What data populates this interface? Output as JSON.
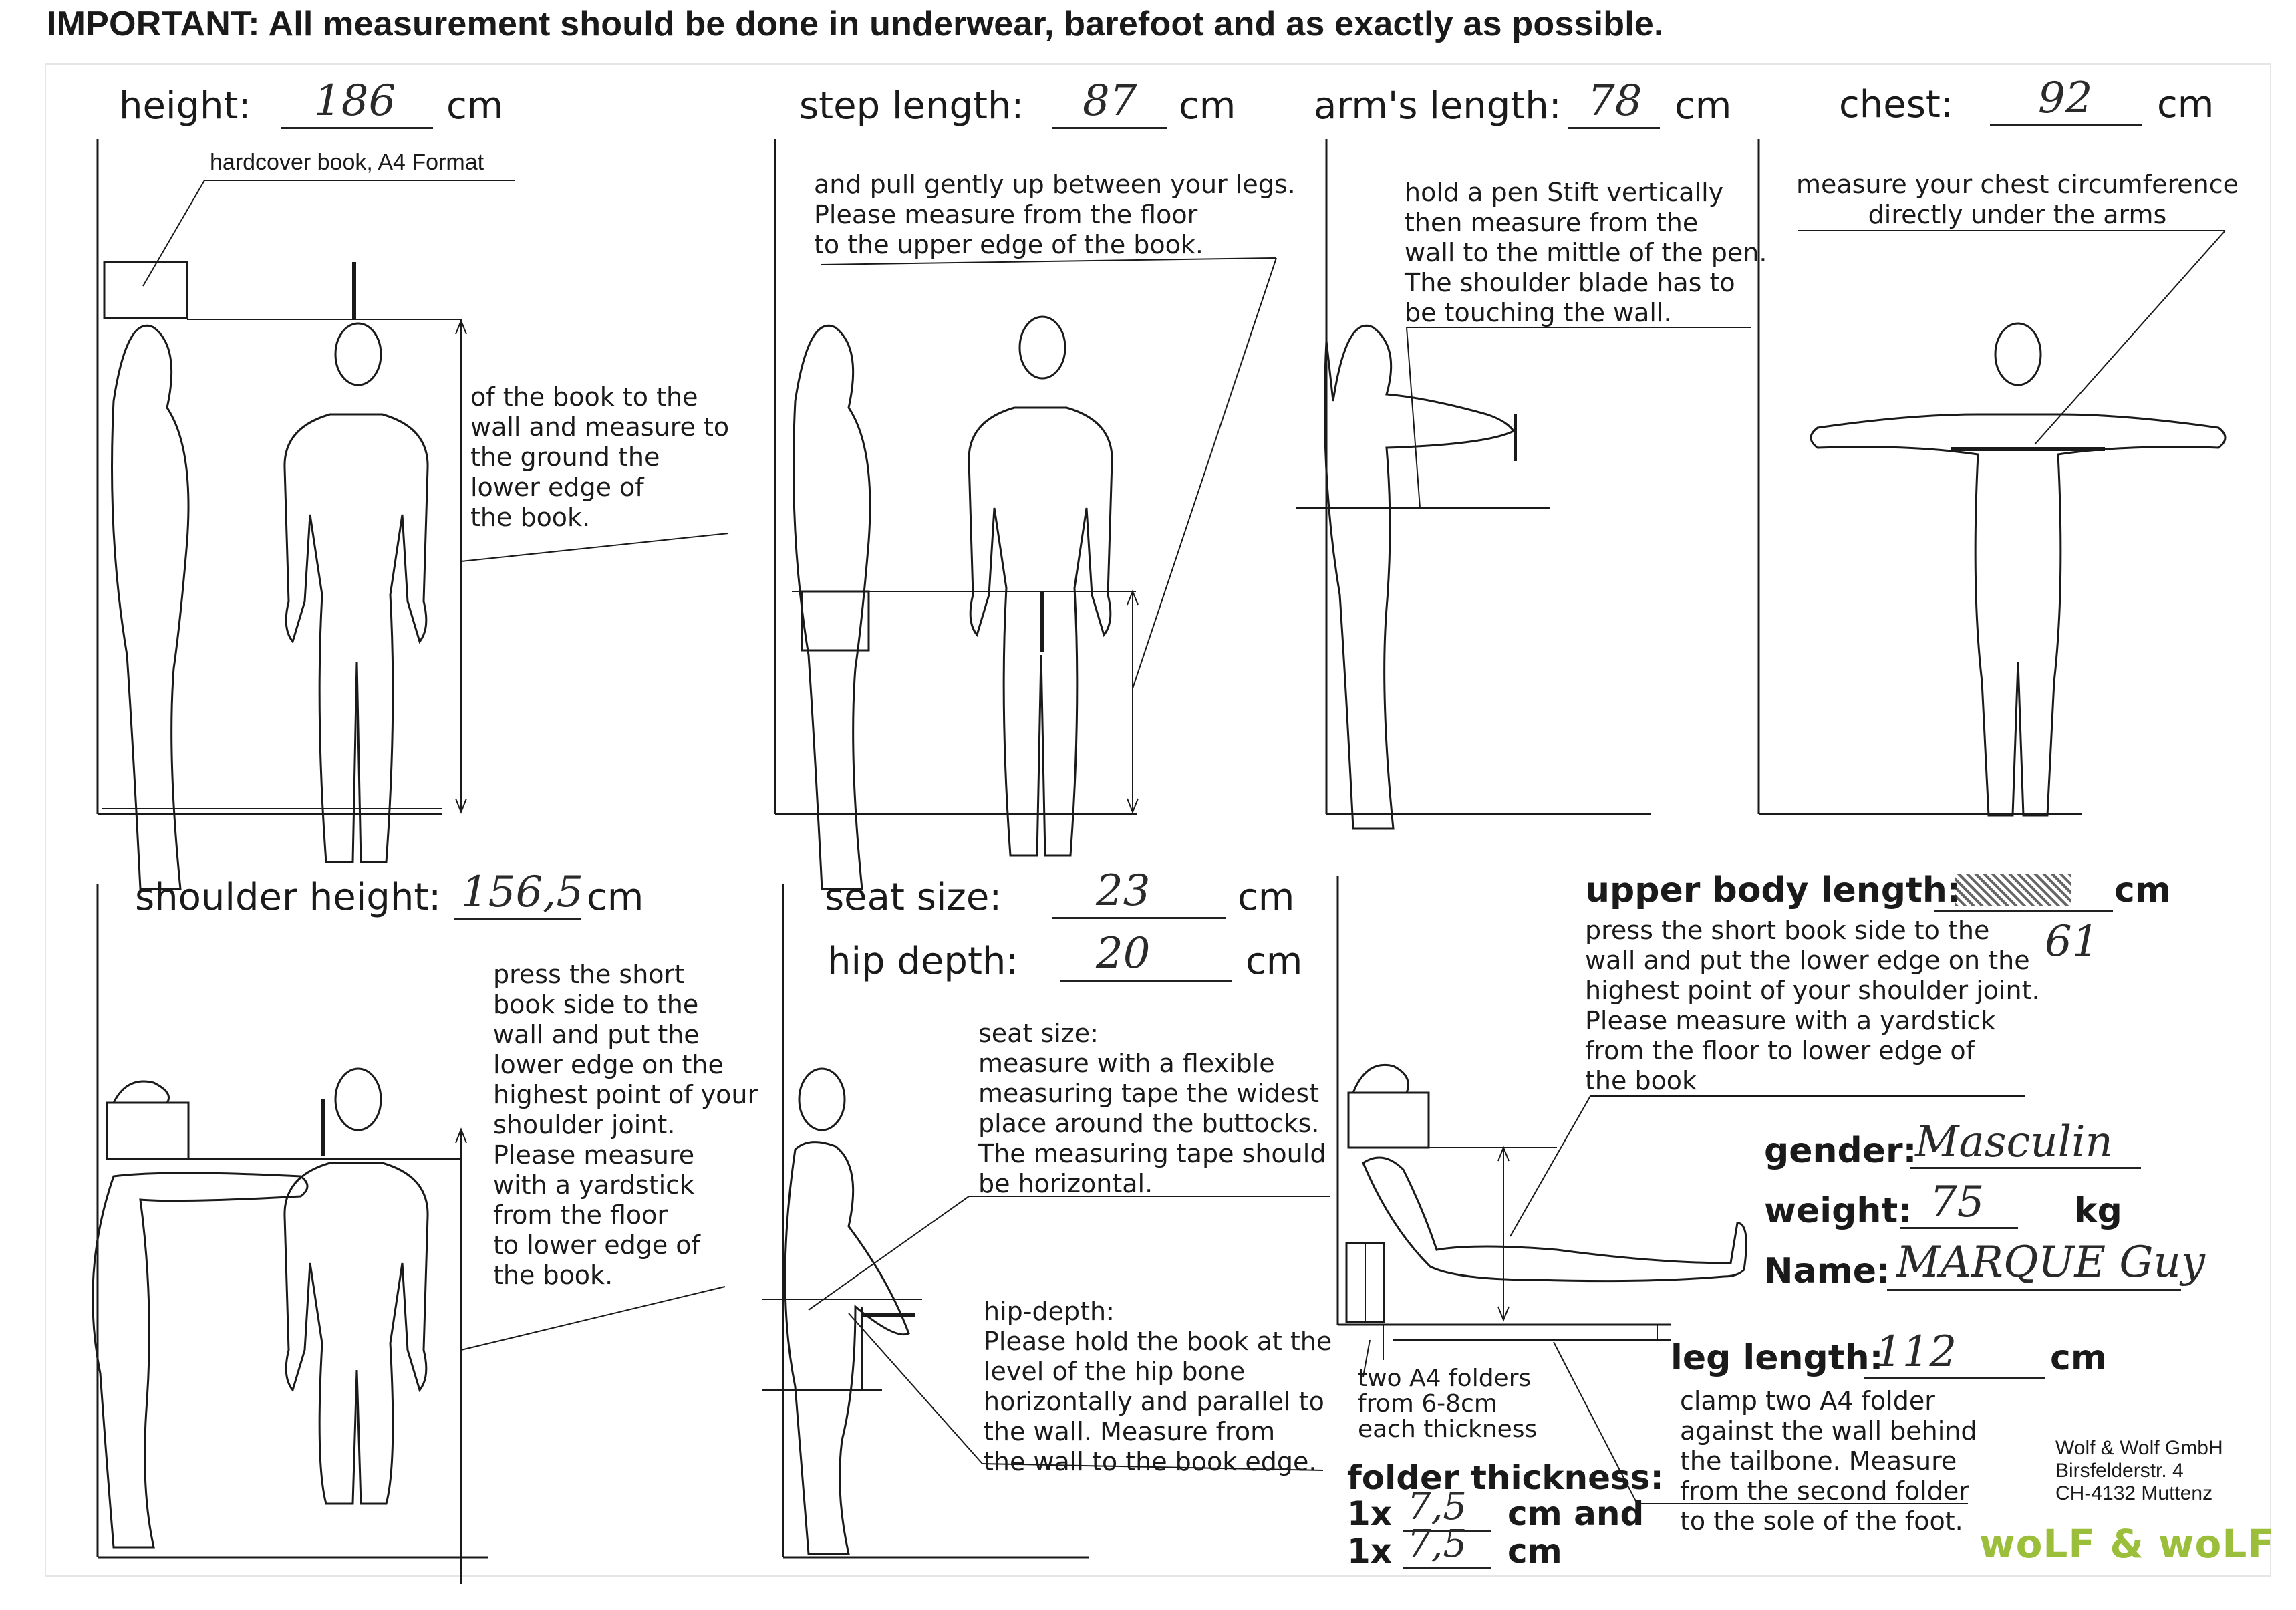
{
  "header": {
    "notice": "IMPORTANT: All measurement should be done in underwear, barefoot and as exactly as possible."
  },
  "panels": {
    "height": {
      "label": "height:",
      "value": "186",
      "unit": "cm",
      "book_note": "hardcover book, A4 Format",
      "instruction": "of the book to the\nwall and measure to\nthe ground the\nlower edge of\nthe book."
    },
    "step_length": {
      "label": "step length:",
      "value": "87",
      "unit": "cm",
      "instruction": "and pull gently up between your legs.\nPlease measure from the floor\nto the upper edge of the book."
    },
    "arms_length": {
      "label": "arm's length:",
      "value": "78",
      "unit": "cm",
      "instruction": "hold a pen Stift vertically\nthen measure from the\nwall to the mittle of the pen.\nThe shoulder blade has to\nbe touching the wall."
    },
    "chest": {
      "label": "chest:",
      "value": "92",
      "unit": "cm",
      "instruction": "measure your chest circumference\ndirectly under the arms"
    },
    "shoulder_height": {
      "label": "shoulder height:",
      "value": "156,5",
      "unit": "cm",
      "instruction": "press the short\nbook side to the\nwall and put the\nlower edge on the\nhighest point of your\nshoulder joint.\nPlease measure\nwith a yardstick\nfrom the floor\nto lower edge of\nthe book."
    },
    "seat_size": {
      "label": "seat size:",
      "value": "23",
      "unit": "cm",
      "instruction": "seat size:\nmeasure with a flexible\nmeasuring tape the widest\nplace around the buttocks.\nThe measuring tape should\nbe horizontal."
    },
    "hip_depth": {
      "label": "hip depth:",
      "value": "20",
      "unit": "cm",
      "instruction": "hip-depth:\nPlease hold the book at the\nlevel of the hip bone\nhorizontally and parallel to\nthe wall. Measure from\nthe wall to the book edge."
    },
    "upper_body_length": {
      "label": "upper body length:",
      "value": "61",
      "unit": "cm",
      "instruction": "press the short book side to the\nwall and put the lower edge on the\nhighest point of your shoulder joint.\nPlease measure with a yardstick\nfrom the floor to lower edge of\nthe book"
    },
    "gender": {
      "label": "gender:",
      "value": "Masculin"
    },
    "weight": {
      "label": "weight:",
      "value": "75",
      "unit": "kg"
    },
    "name": {
      "label": "Name:",
      "value": "MARQUE Guy"
    },
    "folders": {
      "note": "two A4 folders\nfrom 6-8cm\neach thickness",
      "label": "folder thickness:",
      "prefix1": "1x",
      "value1": "7,5",
      "unit1": "cm and",
      "prefix2": "1x",
      "value2": "7,5",
      "unit2": "cm"
    },
    "leg_length": {
      "label": "leg length:",
      "value": "112",
      "unit": "cm",
      "instruction": "clamp two A4 folder\nagainst the wall behind\nthe tailbone. Measure\nfrom the second folder\nto the sole of the foot."
    }
  },
  "company": {
    "address": "Wolf & Wolf GmbH\nBirsfelderstr. 4\nCH-4132 Muttenz",
    "logo": "woLF & woLF"
  },
  "colors": {
    "ink": "#1a1a1a",
    "logo_green": "#9bbf3a",
    "frame": "#dddddd"
  }
}
